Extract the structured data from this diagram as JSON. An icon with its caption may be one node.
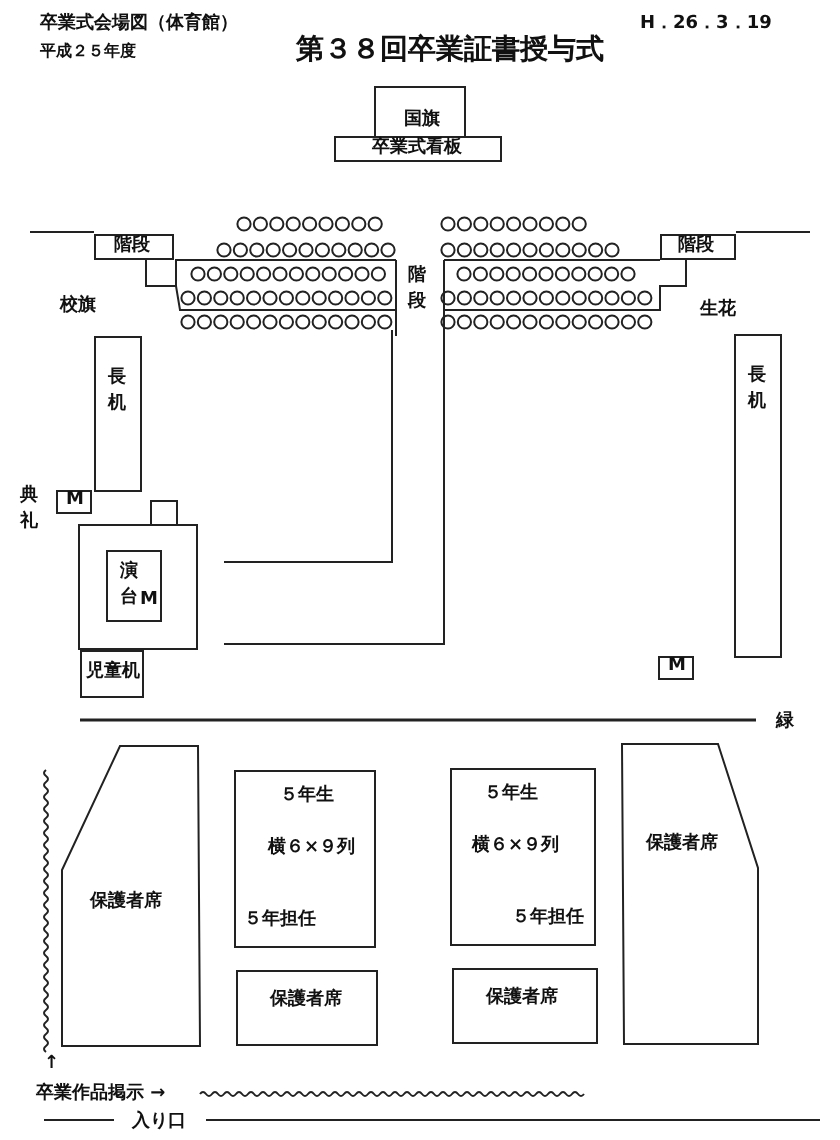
{
  "diagram": {
    "title": "第３８回卒業証書授与式",
    "nodes": [
      {
        "text": [
          "国旗"
        ]
      },
      {
        "text": [
          "卒業式看板"
        ]
      },
      {
        "text": [
          "階段"
        ]
      },
      {
        "text": [
          "階段"
        ]
      },
      {
        "text": [
          "階段"
        ]
      },
      {
        "text": [
          "長机"
        ]
      },
      {
        "text": [
          "長机"
        ]
      },
      {
        "text": [
          "M"
        ]
      },
      {
        "text": [],
        "shape": "box"
      },
      {
        "text": [],
        "shape": "box"
      },
      {
        "text": [
          "演台",
          "M"
        ],
        "in": 9
      },
      {
        "text": [
          "児童机"
        ]
      },
      {
        "text": [
          "M"
        ]
      },
      {
        "text": [
          "保護者席"
        ]
      },
      {
        "text": [
          "５年生",
          "横６×９列",
          "５年担任"
        ]
      },
      {
        "text": [
          "５年生",
          "横６×９列",
          "５年担任"
        ]
      },
      {
        "text": [
          "保護者席"
        ]
      },
      {
        "text": [
          "保護者席"
        ]
      },
      {
        "text": [
          "保護者席"
        ]
      }
    ],
    "labels": [
      "卒業式会場図（体育館）",
      "H．26．3．19",
      "平成２５年度",
      "校旗",
      "生花",
      "典礼",
      "緑",
      "↑",
      "卒業作品掲示 →",
      "入り口"
    ]
  }
}
